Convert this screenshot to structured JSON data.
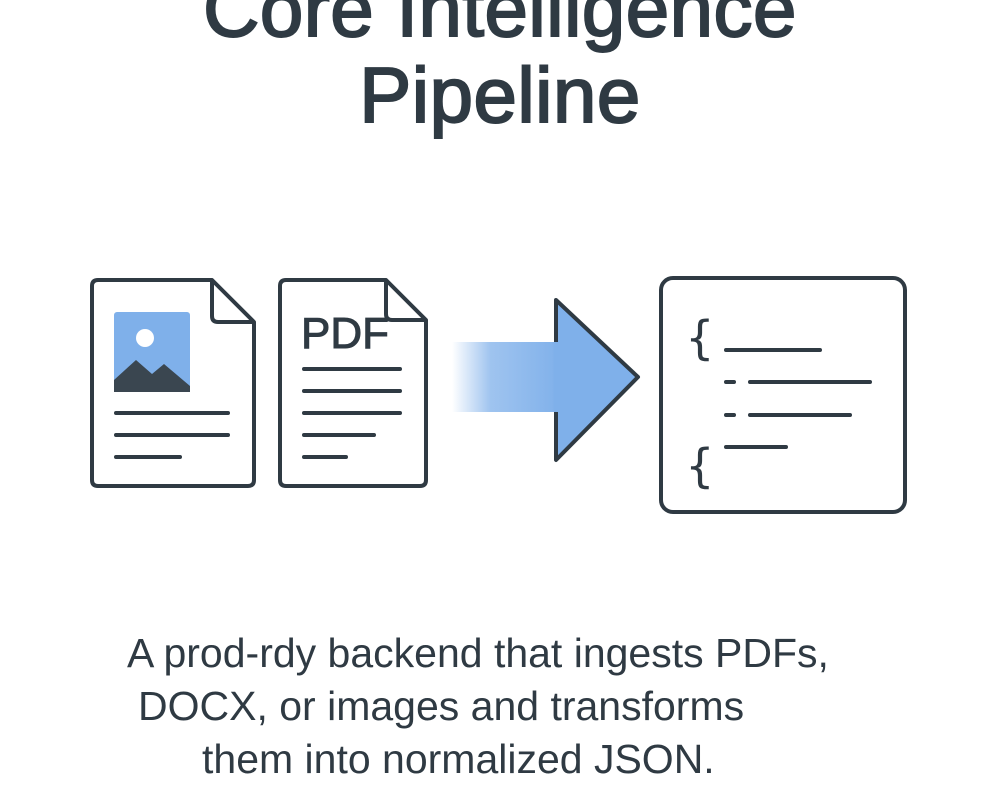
{
  "title": {
    "line1": "Core Intelligence",
    "line2": "Pipeline"
  },
  "diagram": {
    "pdf_label": "PDF",
    "json_brace": "{",
    "colors": {
      "outline": "#2f3a43",
      "accent_blue": "#7fb0ea",
      "image_sky": "#7fb0ea",
      "image_mountain": "#3a4650"
    }
  },
  "caption": {
    "line1": "A prod-rdy backend that ingests PDFs,",
    "line2": "DOCX, or images and transforms",
    "line3": "them into normalized JSON."
  }
}
